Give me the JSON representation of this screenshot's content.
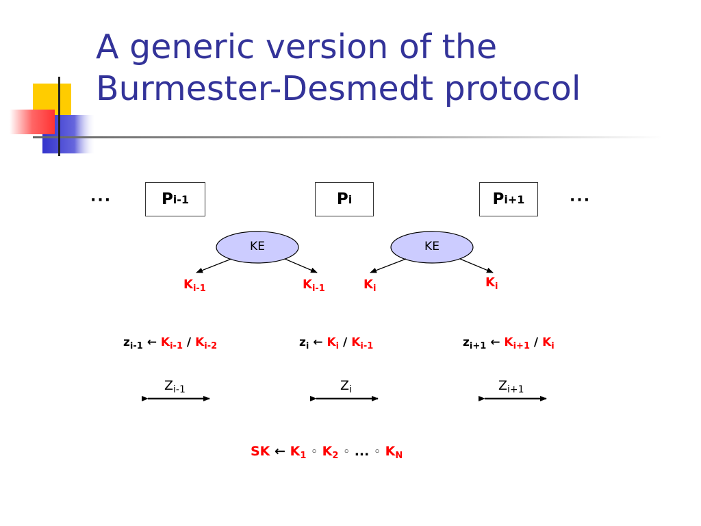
{
  "title": {
    "line1": "A generic version of the",
    "line2": "Burmester-Desmedt protocol"
  },
  "colors": {
    "title": "#333399",
    "key": "#ff0000",
    "deco_yellow": "#ffcc00",
    "deco_blue": "#3333cc",
    "deco_red": "#ff3333"
  },
  "ellipsis": "···",
  "parties": [
    {
      "letter": "P",
      "sub": "i-1"
    },
    {
      "letter": "P",
      "sub": "i"
    },
    {
      "letter": "P",
      "sub": "i+1"
    }
  ],
  "key_exchange": {
    "label": "KE"
  },
  "keys": [
    {
      "letter": "K",
      "sub": "i-1"
    },
    {
      "letter": "K",
      "sub": "i-1"
    },
    {
      "letter": "K",
      "sub": "i"
    },
    {
      "letter": "K",
      "sub": "i"
    }
  ],
  "assign_arrow": "←",
  "slash": "/",
  "equations": [
    {
      "z": "z",
      "z_sub": "i-1",
      "k1": "K",
      "k1_sub": "i-1",
      "k2": "K",
      "k2_sub": "i-2"
    },
    {
      "z": "z",
      "z_sub": "i",
      "k1": "K",
      "k1_sub": "i",
      "k2": "K",
      "k2_sub": "i-1"
    },
    {
      "z": "z",
      "z_sub": "i+1",
      "k1": "K",
      "k1_sub": "i+1",
      "k2": "K",
      "k2_sub": "i"
    }
  ],
  "broadcasts": [
    {
      "letter": "Z",
      "sub": "i-1"
    },
    {
      "letter": "Z",
      "sub": "i"
    },
    {
      "letter": "Z",
      "sub": "i+1"
    }
  ],
  "session_key": {
    "sk": "SK",
    "arrow": "←",
    "k1": "K",
    "k1_sub": "1",
    "circ": "◦",
    "k2": "K",
    "k2_sub": "2",
    "dots": "...",
    "kn": "K",
    "kn_sub": "N"
  }
}
